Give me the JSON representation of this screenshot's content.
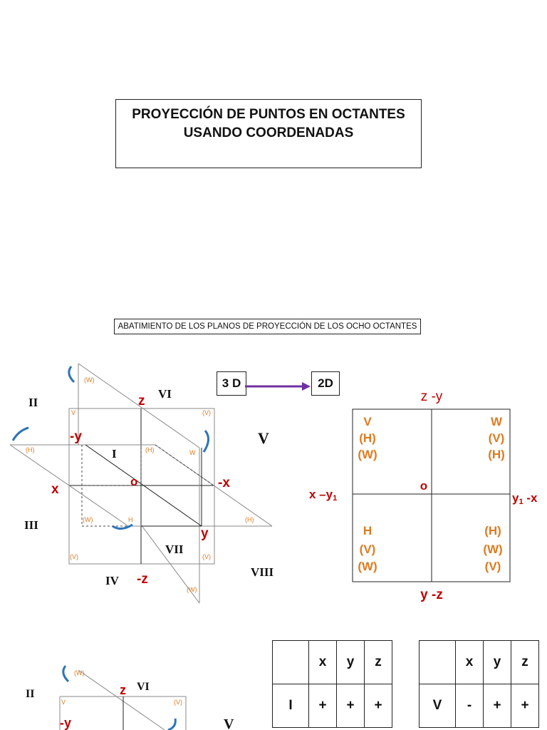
{
  "header": {
    "title_line1": "PROYECCIÓN DE PUNTOS EN OCTANTES",
    "title_line2": "USANDO COORDENADAS",
    "subtitle": "ABATIMIENTO DE LOS PLANOS DE PROYECCIÓN DE LOS OCHO OCTANTES"
  },
  "conversion": {
    "from": "3 D",
    "to": "2D",
    "arrow_color": "#7030a0"
  },
  "octants": [
    "I",
    "II",
    "III",
    "IV",
    "V",
    "VI",
    "VII",
    "VIII"
  ],
  "axes3d": {
    "z": "z",
    "neg_z": "-z",
    "y": "y",
    "neg_y": "-y",
    "x": "x",
    "neg_x": "-x",
    "origin": "o"
  },
  "plane_tags": {
    "v": "(V)",
    "h": "(H)",
    "w": "(W)",
    "v_small": "V",
    "w_small": "W",
    "h_small": "H"
  },
  "diagram2d": {
    "top": "z -y",
    "bottom": "y -z",
    "left_prefix": "x –y",
    "left_sub": "1",
    "right_prefix": "y",
    "right_sub": "1",
    "right_suffix": " -x",
    "origin": "o",
    "q_tl": [
      "V",
      "(H)",
      "(W)"
    ],
    "q_tr": [
      "W",
      "(V)",
      "(H)"
    ],
    "q_bl": [
      "H",
      "(V)",
      "(W)"
    ],
    "q_br": [
      "(H)",
      "(W)",
      "(V)"
    ]
  },
  "tables": [
    {
      "headers": [
        "",
        "x",
        "y",
        "z"
      ],
      "rows": [
        [
          "I",
          "+",
          "+",
          "+"
        ]
      ]
    },
    {
      "headers": [
        "",
        "x",
        "y",
        "z"
      ],
      "rows": [
        [
          "V",
          "-",
          "+",
          "+"
        ]
      ]
    }
  ],
  "colors": {
    "axis_label": "#c00000",
    "plane_tag": "#e07a1f",
    "arrow_icon": "#2e75b6"
  }
}
